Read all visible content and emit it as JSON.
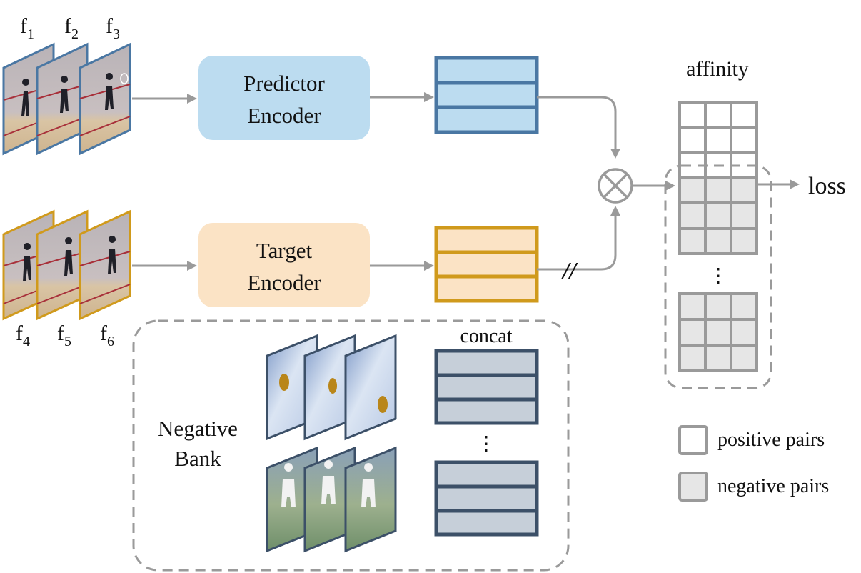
{
  "frames": {
    "predictor_labels": [
      "f",
      "f",
      "f"
    ],
    "predictor_subs": [
      "1",
      "2",
      "3"
    ],
    "target_labels": [
      "f",
      "f",
      "f"
    ],
    "target_subs": [
      "4",
      "5",
      "6"
    ]
  },
  "encoders": {
    "predictor_line1": "Predictor",
    "predictor_line2": "Encoder",
    "target_line1": "Target",
    "target_line2": "Encoder"
  },
  "negative_bank": {
    "line1": "Negative",
    "line2": "Bank",
    "concat_label": "concat"
  },
  "affinity_label": "affinity",
  "loss_label": "loss",
  "stop_gradient_mark": "//",
  "ellipsis": "⋮",
  "legend": {
    "positive": "positive pairs",
    "negative": "negative pairs"
  },
  "colors": {
    "predictor_border": "#4a77a3",
    "predictor_fill": "#bcdcf0",
    "target_border": "#d09a1c",
    "target_fill": "#fbe3c5",
    "bank_border": "#3c5068",
    "bank_fill": "#c6cfd9",
    "arrow": "#9a9a9a",
    "negative_cell": "#e6e6e6"
  },
  "icons": [
    "otimes-icon"
  ]
}
